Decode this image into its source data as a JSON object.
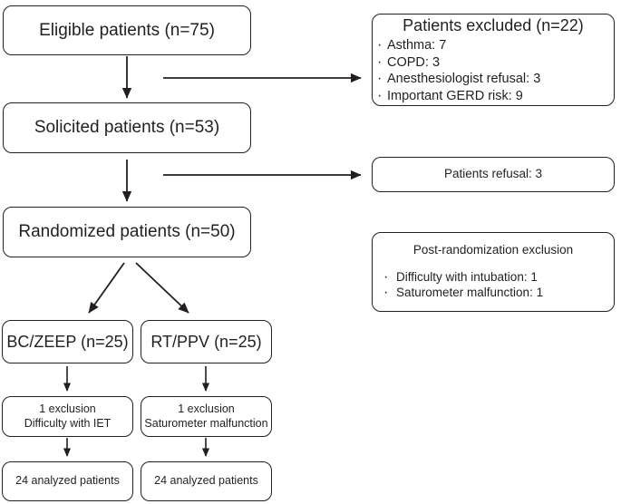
{
  "diagram": {
    "type": "flowchart",
    "title": "CONSORT patient flow diagram",
    "stroke_color": "#231f20",
    "background_color": "#ffffff",
    "nodes": {
      "eligible": {
        "label": "Eligible patients (n=75)",
        "n": 75
      },
      "solicited": {
        "label": "Solicited patients  (n=53)",
        "n": 53
      },
      "randomized": {
        "label": "Randomized patients (n=50)",
        "n": 50
      },
      "arm_left": {
        "label": "BC/ZEEP (n=25)",
        "n": 25
      },
      "arm_right": {
        "label": "RT/PPV (n=25)",
        "n": 25
      },
      "excl_left": {
        "line1": "1 exclusion",
        "line2": "Difficulty with IET"
      },
      "excl_right": {
        "line1": "1 exclusion",
        "line2": "Saturometer malfunction"
      },
      "analyzed_left": {
        "label": "24 analyzed patients",
        "n": 24
      },
      "analyzed_right": {
        "label": "24 analyzed patients",
        "n": 24
      },
      "excluded": {
        "heading": "Patients excluded (n=22)",
        "n": 22,
        "reasons": [
          "Asthma: 7",
          "COPD: 3",
          "Anesthesiologist refusal: 3",
          "Important GERD risk: 9"
        ]
      },
      "refusal": {
        "label": "Patients refusal: 3",
        "n": 3
      },
      "post_rand": {
        "heading": "Post-randomization exclusion",
        "reasons": [
          "Difficulty with intubation: 1",
          "Saturometer malfunction: 1"
        ]
      }
    }
  }
}
